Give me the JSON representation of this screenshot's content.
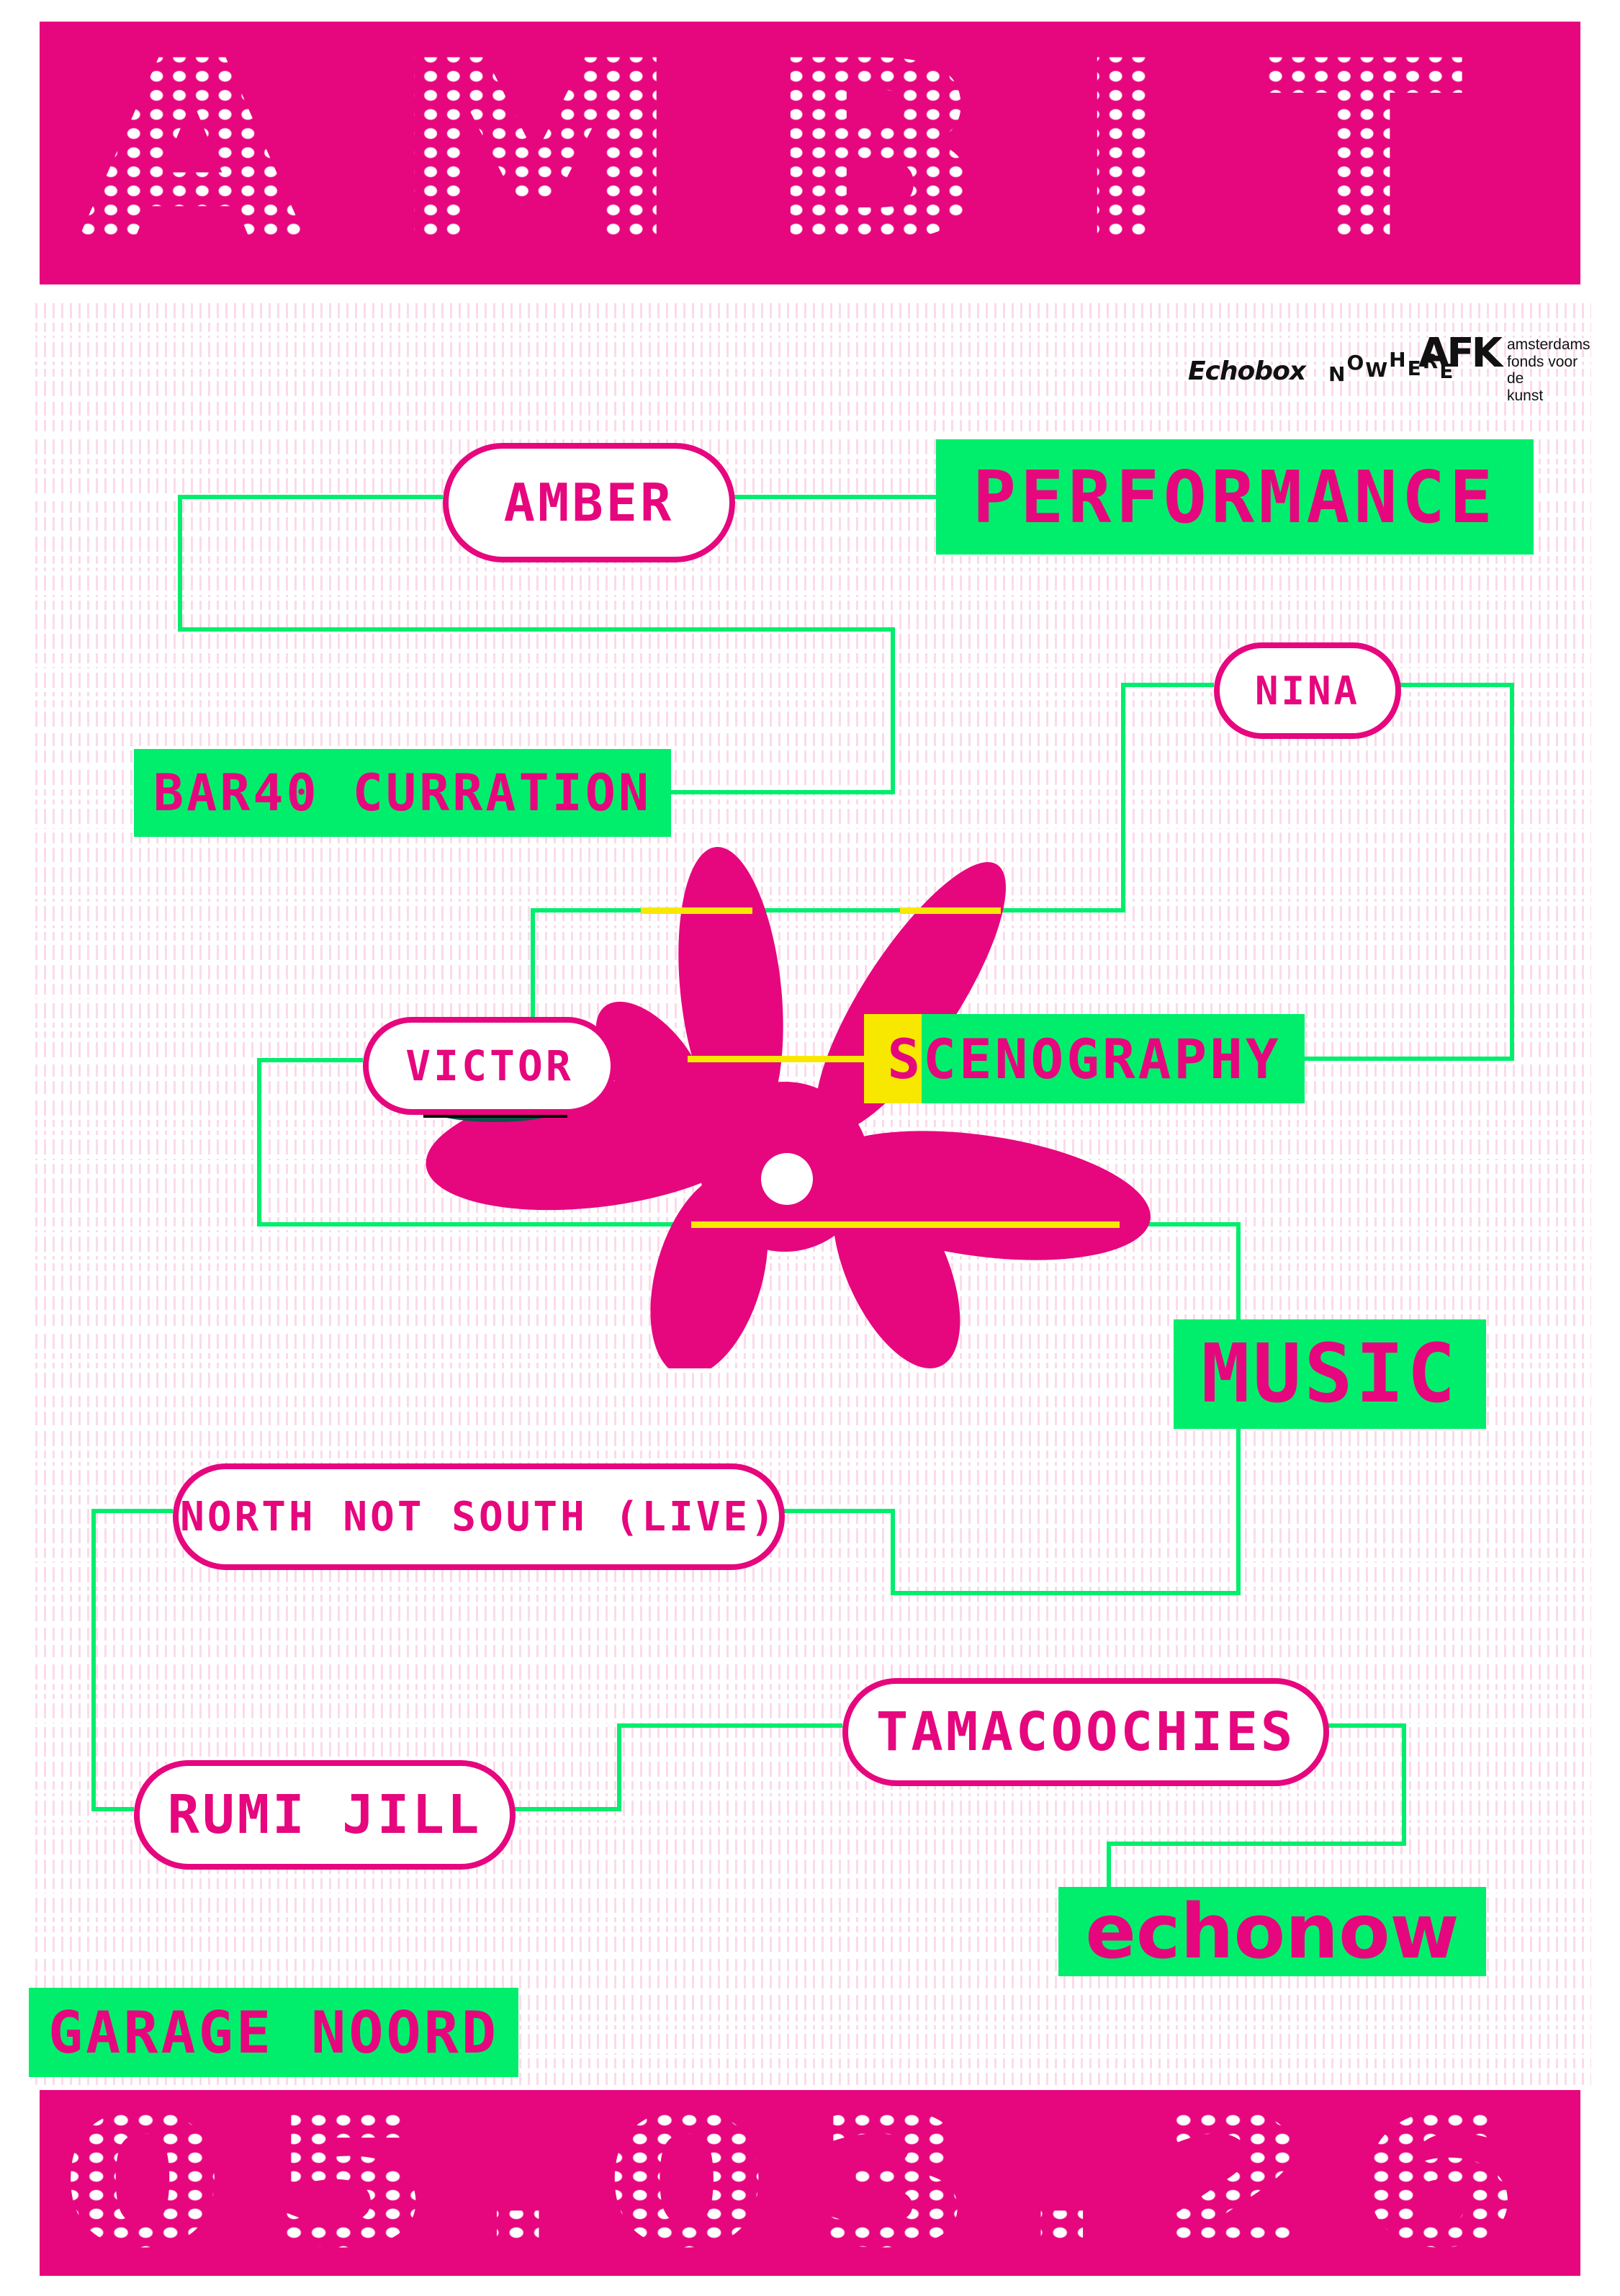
{
  "poster": {
    "title": "AMBIT",
    "date": "05.03.26",
    "venue": "GARAGE NOORD"
  },
  "logos": {
    "echobox": "Echobox",
    "nowhere": "NOWHERE",
    "afk_mark": "AFK",
    "afk_lines": [
      "amsterdams",
      "fonds voor de",
      "kunst"
    ]
  },
  "labels": {
    "performance": "PERFORMANCE",
    "bar40": "BAR40 CURRATION",
    "scenography": "SCENOGRAPHY",
    "music": "MUSIC",
    "echonow": "echonow"
  },
  "artists": {
    "amber": "AMBER",
    "nina": "NINA",
    "victor": "VICTOR",
    "north_not_south": "NORTH NOT SOUTH (LIVE)",
    "tamacoochies": "TAMACOOCHIES",
    "rumi_jill": "RUMI JILL"
  },
  "colors": {
    "magenta": "#E6077E",
    "green": "#00EE6C",
    "yellow": "#F8E800",
    "black": "#111111",
    "white": "#FFFFFF"
  }
}
